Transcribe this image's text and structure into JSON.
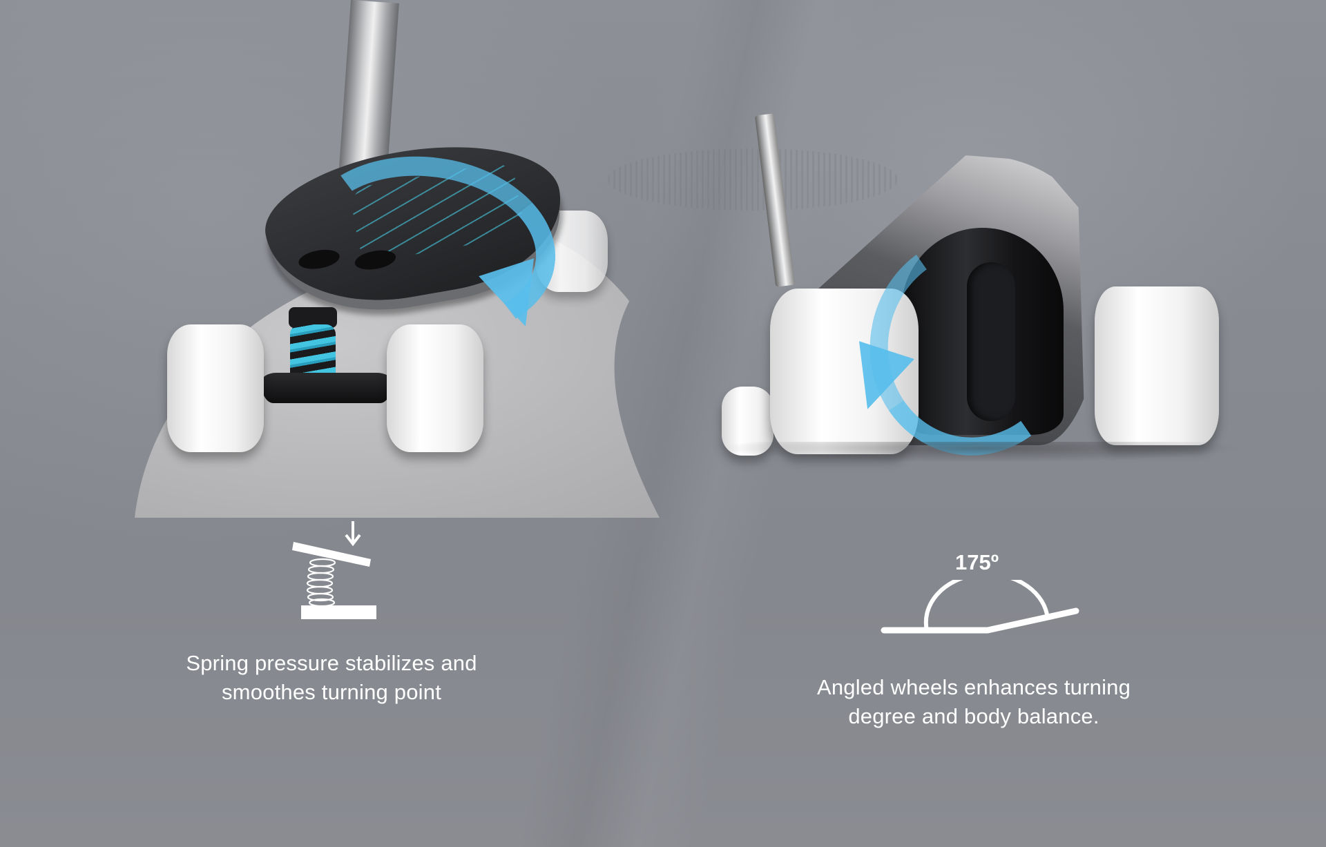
{
  "colors": {
    "background": "#888b91",
    "accent_blue": "#58beec",
    "spring_cyan": "#43c4e0",
    "text": "#ffffff",
    "deck_dark": "#2a2b2e",
    "wheel_white": "#f2f2f2"
  },
  "features": [
    {
      "id": "spring",
      "icon": "spring-pressure-icon",
      "caption_line1": "Spring pressure stabilizes and",
      "caption_line2": "smoothes turning point"
    },
    {
      "id": "angle",
      "icon": "angle-175-icon",
      "angle_label": "175º",
      "caption_line1": "Angled wheels enhances turning",
      "caption_line2": "degree and body balance."
    }
  ],
  "illustrations": {
    "left": "scooter-front-spring-view",
    "right": "scooter-side-angled-wheels-view"
  }
}
